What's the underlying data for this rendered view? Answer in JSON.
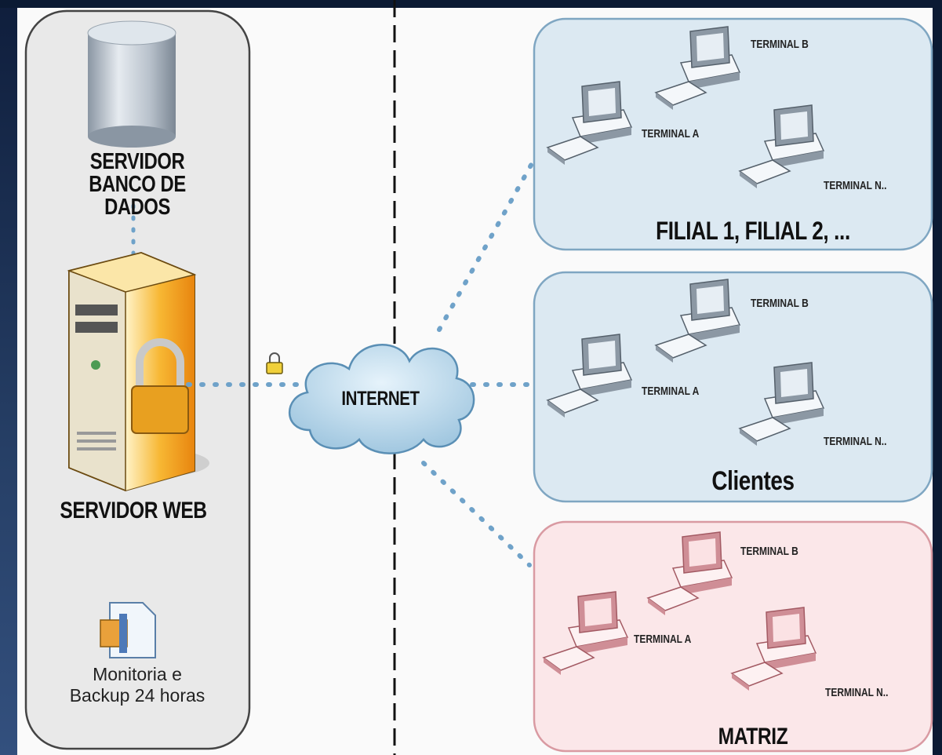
{
  "left_panel": {
    "db_server": "SERVIDOR\nBANCO DE DADOS",
    "web_server": "SERVIDOR WEB",
    "monitor": "Monitoria e\nBackup 24 horas"
  },
  "internet": "INTERNET",
  "groups": [
    {
      "id": "filial",
      "title": "FILIAL 1, FILIAL 2, ...",
      "terminals": [
        "TERMINAL B",
        "TERMINAL A",
        "TERMINAL N.."
      ],
      "color": "#dce9f2",
      "stroke": "#7fa6c2"
    },
    {
      "id": "clientes",
      "title": "Clientes",
      "terminals": [
        "TERMINAL B",
        "TERMINAL A",
        "TERMINAL N.."
      ],
      "color": "#dce9f2",
      "stroke": "#7fa6c2"
    },
    {
      "id": "matriz",
      "title": "MATRIZ",
      "terminals": [
        "TERMINAL B",
        "TERMINAL A",
        "TERMINAL N.."
      ],
      "color": "#fbe7e9",
      "stroke": "#d99aa2"
    }
  ],
  "colors": {
    "dot": "#6fa2c9",
    "cloud": "#a9cde6",
    "server_orange": "#f5a21e"
  }
}
